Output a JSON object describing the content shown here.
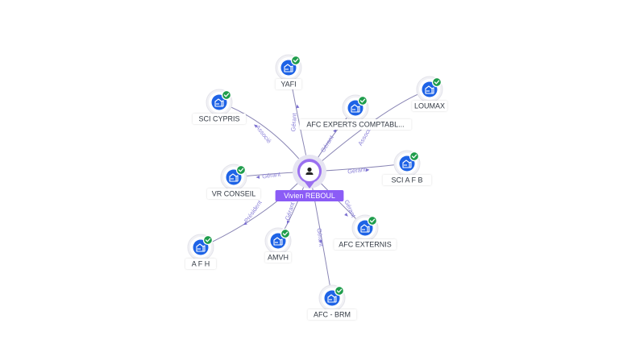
{
  "center": {
    "name": "Vivien REBOUL",
    "icon": "person-icon",
    "color": "#8b5cf6"
  },
  "nodes": [
    {
      "id": "yafi",
      "label": "YAFI",
      "icon": "building-icon",
      "verified": true
    },
    {
      "id": "sci-cypris",
      "label": "SCI CYPRIS",
      "icon": "building-icon",
      "verified": true
    },
    {
      "id": "afc-experts",
      "label": "AFC EXPERTS COMPTABL...",
      "icon": "building-icon",
      "verified": true
    },
    {
      "id": "loumax",
      "label": "LOUMAX",
      "icon": "building-icon",
      "verified": true
    },
    {
      "id": "sci-afb",
      "label": "SCI A F B",
      "icon": "building-icon",
      "verified": true
    },
    {
      "id": "vr-conseil",
      "label": "VR CONSEIL",
      "icon": "building-icon",
      "verified": true
    },
    {
      "id": "afc-externis",
      "label": "AFC EXTERNIS",
      "icon": "building-icon",
      "verified": true
    },
    {
      "id": "afh",
      "label": "A F H",
      "icon": "building-icon",
      "verified": true
    },
    {
      "id": "amvh",
      "label": "AMVH",
      "icon": "building-icon",
      "verified": true
    },
    {
      "id": "afc-brm",
      "label": "AFC - BRM",
      "icon": "building-icon",
      "verified": true
    }
  ],
  "edges": [
    {
      "to": "yafi",
      "label": "Gérant"
    },
    {
      "to": "sci-cypris",
      "label": "Associé"
    },
    {
      "to": "afc-experts",
      "label": "Gérant"
    },
    {
      "to": "loumax",
      "label": "Associé"
    },
    {
      "to": "sci-afb",
      "label": "Gérant"
    },
    {
      "to": "vr-conseil",
      "label": "Gérant"
    },
    {
      "to": "afc-externis",
      "label": "Gérant"
    },
    {
      "to": "afh",
      "label": "Président"
    },
    {
      "to": "amvh",
      "label": "Gérant"
    },
    {
      "to": "afc-brm",
      "label": "Gérant"
    }
  ]
}
